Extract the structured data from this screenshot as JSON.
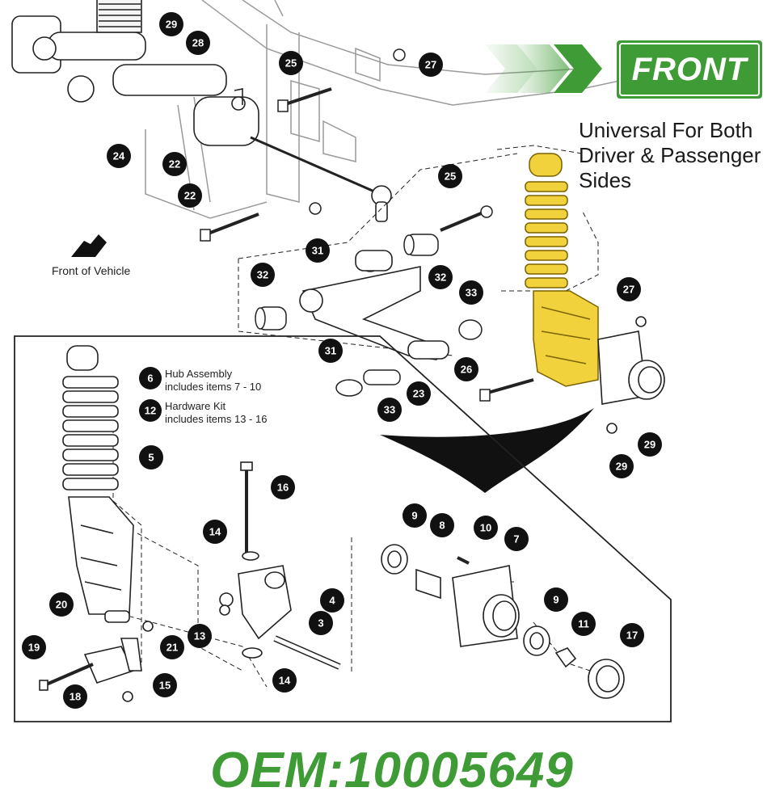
{
  "front_banner": {
    "label": "FRONT",
    "color": "#3f9b35",
    "arrow_icons": [
      "chevron-right-icon",
      "chevron-right-icon",
      "chevron-right-icon"
    ]
  },
  "universal_note": {
    "line1": "Universal For Both",
    "line2": "Driver & Passenger",
    "line3": "Sides"
  },
  "front_of_vehicle": "Front of Vehicle",
  "legend": [
    {
      "number": "6",
      "line1": "Hub Assembly",
      "line2": "includes items 7 - 10"
    },
    {
      "number": "12",
      "line1": "Hardware Kit",
      "line2": "includes items 13 - 16"
    }
  ],
  "callouts": {
    "c29a": "29",
    "c28": "28",
    "c25a": "25",
    "c27a": "27",
    "c24": "24",
    "c22a": "22",
    "c22b": "22",
    "c31a": "31",
    "c25b": "25",
    "c32a": "32",
    "c32b": "32",
    "c33a": "33",
    "c31b": "31",
    "c26": "26",
    "c23": "23",
    "c33b": "33",
    "c27b": "27",
    "c29b": "29",
    "c29c": "29",
    "c6": "6",
    "c12": "12",
    "c5": "5",
    "c16": "16",
    "c14a": "14",
    "c9a": "9",
    "c8": "8",
    "c10": "10",
    "c7": "7",
    "c4": "4",
    "c3": "3",
    "c20": "20",
    "c13": "13",
    "c21": "21",
    "c19": "19",
    "c18": "18",
    "c15": "15",
    "c14b": "14",
    "c9b": "9",
    "c11": "11",
    "c17": "17"
  },
  "highlight_color": "#f2d23c",
  "oem_label": "OEM:10005649"
}
